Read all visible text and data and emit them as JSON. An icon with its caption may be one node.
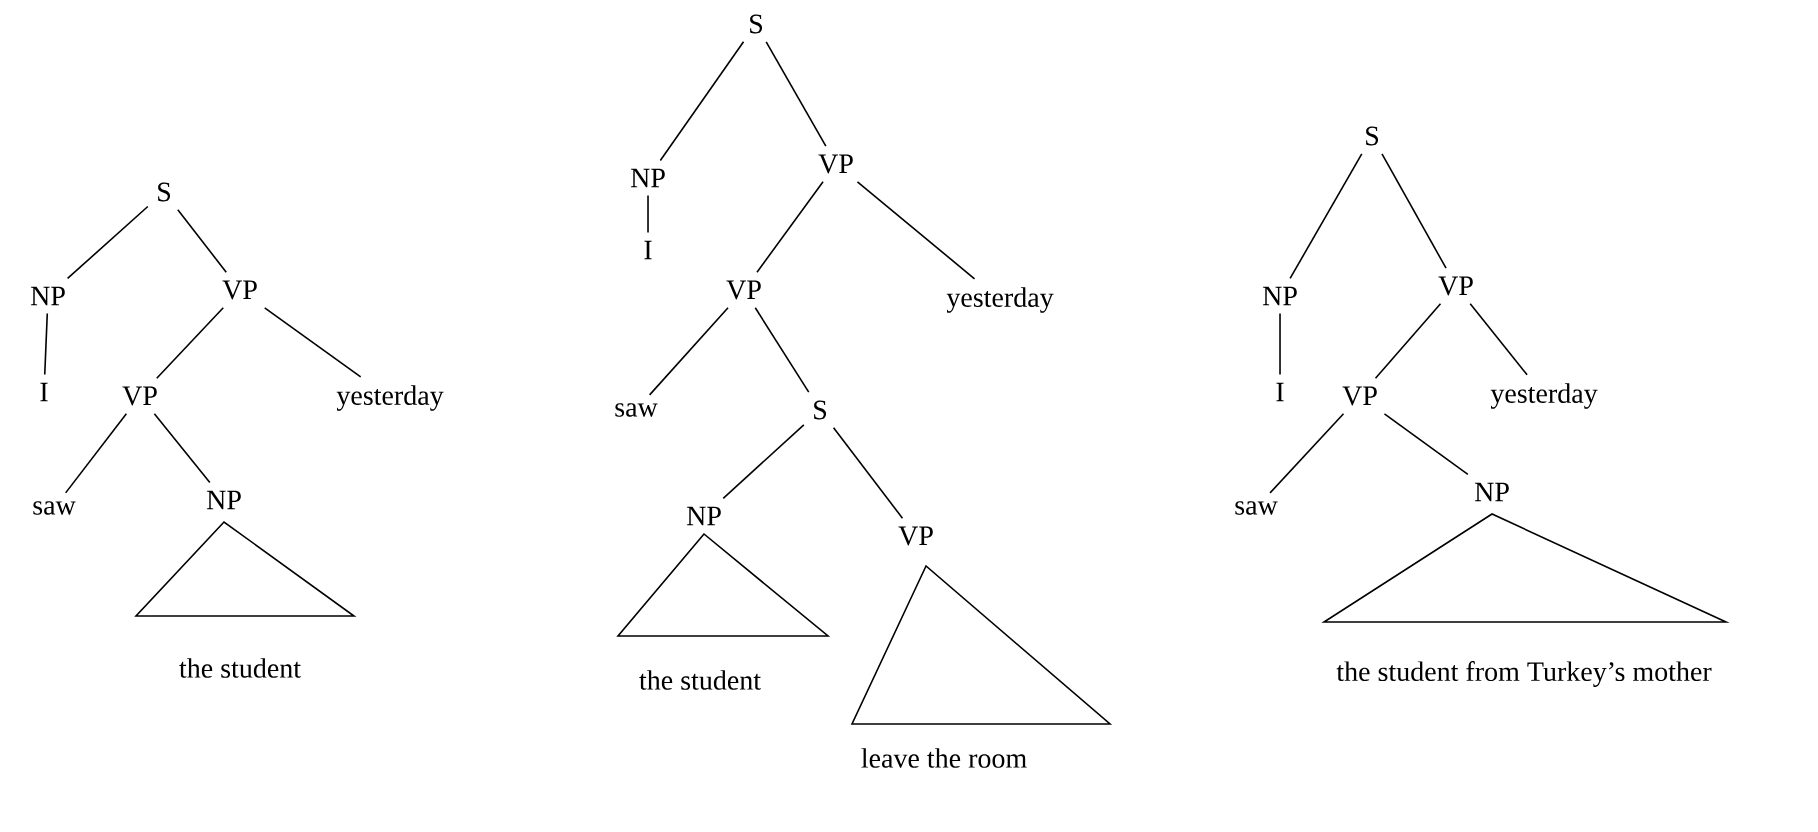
{
  "diagram": {
    "nodes": [
      {
        "text": [
          "S"
        ]
      },
      {
        "text": [
          "NP"
        ]
      },
      {
        "text": [
          "VP"
        ]
      },
      {
        "text": [
          "I"
        ]
      },
      {
        "text": [
          "VP"
        ]
      },
      {
        "text": [
          "yesterday"
        ]
      },
      {
        "text": [
          "saw"
        ]
      },
      {
        "text": [
          "NP"
        ]
      },
      {
        "text": [
          "the student"
        ]
      },
      {
        "text": [
          "S"
        ]
      },
      {
        "text": [
          "NP"
        ]
      },
      {
        "text": [
          "VP"
        ]
      },
      {
        "text": [
          "I"
        ]
      },
      {
        "text": [
          "VP"
        ]
      },
      {
        "text": [
          "yesterday"
        ]
      },
      {
        "text": [
          "saw"
        ]
      },
      {
        "text": [
          "S"
        ]
      },
      {
        "text": [
          "NP"
        ]
      },
      {
        "text": [
          "VP"
        ]
      },
      {
        "text": [
          "the student"
        ]
      },
      {
        "text": [
          "leave the room"
        ]
      },
      {
        "text": [
          "S"
        ]
      },
      {
        "text": [
          "NP"
        ]
      },
      {
        "text": [
          "VP"
        ]
      },
      {
        "text": [
          "I"
        ]
      },
      {
        "text": [
          "VP"
        ]
      },
      {
        "text": [
          "yesterday"
        ]
      },
      {
        "text": [
          "saw"
        ]
      },
      {
        "text": [
          "NP"
        ]
      },
      {
        "text": [
          "the student from Turkey’s mother"
        ]
      }
    ],
    "edges": [
      {
        "from": 0,
        "to": 1,
        "arrow": "none"
      },
      {
        "from": 0,
        "to": 2,
        "arrow": "none"
      },
      {
        "from": 1,
        "to": 3,
        "arrow": "none"
      },
      {
        "from": 2,
        "to": 4,
        "arrow": "none"
      },
      {
        "from": 2,
        "to": 5,
        "arrow": "none"
      },
      {
        "from": 4,
        "to": 6,
        "arrow": "none"
      },
      {
        "from": 4,
        "to": 7,
        "arrow": "none"
      },
      {
        "from": 9,
        "to": 10,
        "arrow": "none"
      },
      {
        "from": 9,
        "to": 11,
        "arrow": "none"
      },
      {
        "from": 10,
        "to": 12,
        "arrow": "none"
      },
      {
        "from": 11,
        "to": 13,
        "arrow": "none"
      },
      {
        "from": 11,
        "to": 14,
        "arrow": "none"
      },
      {
        "from": 13,
        "to": 15,
        "arrow": "none"
      },
      {
        "from": 13,
        "to": 16,
        "arrow": "none"
      },
      {
        "from": 16,
        "to": 17,
        "arrow": "none"
      },
      {
        "from": 16,
        "to": 18,
        "arrow": "none"
      },
      {
        "from": 21,
        "to": 22,
        "arrow": "none"
      },
      {
        "from": 21,
        "to": 23,
        "arrow": "none"
      },
      {
        "from": 22,
        "to": 24,
        "arrow": "none"
      },
      {
        "from": 23,
        "to": 25,
        "arrow": "none"
      },
      {
        "from": 23,
        "to": 26,
        "arrow": "none"
      },
      {
        "from": 25,
        "to": 27,
        "arrow": "none"
      },
      {
        "from": 25,
        "to": 28,
        "arrow": "none"
      }
    ]
  }
}
